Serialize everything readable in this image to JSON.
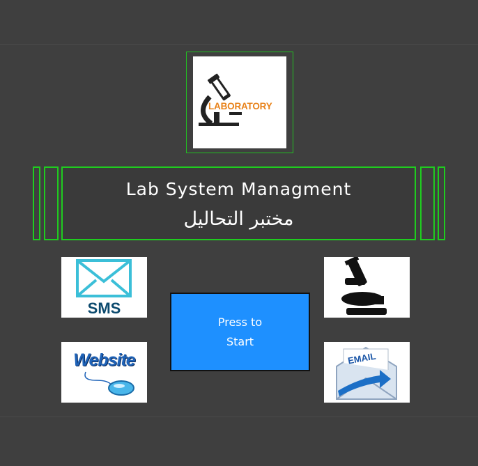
{
  "logo": {
    "text": "LABORATORY",
    "icon": "microscope-icon"
  },
  "title": {
    "english": "Lab System Managment",
    "arabic": "مختبر التحاليل"
  },
  "tiles": {
    "sms": {
      "label": "SMS",
      "icon": "envelope-icon"
    },
    "microscope": {
      "icon": "microscope-icon"
    },
    "website": {
      "label": "Website",
      "icon": "mouse-icon"
    },
    "email": {
      "label": "EMAIL",
      "icon": "email-envelope-icon"
    }
  },
  "start_button": {
    "label": "Press to Start"
  },
  "colors": {
    "background": "#3f3f3f",
    "accent_green": "#1fcc1f",
    "button_blue": "#1e90ff",
    "logo_orange": "#e8821a"
  }
}
